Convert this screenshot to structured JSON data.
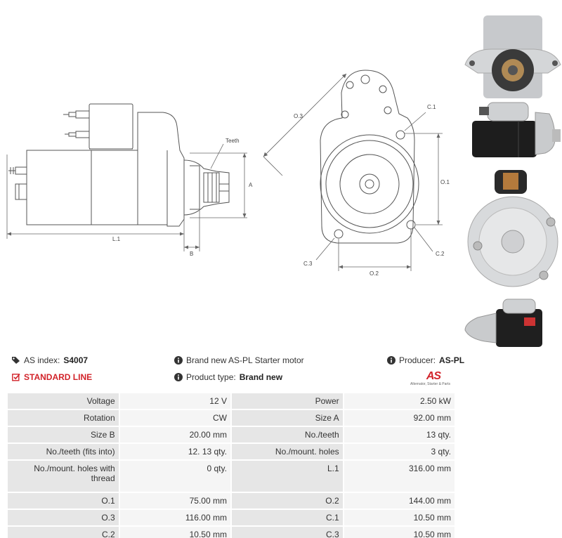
{
  "diagram_left": {
    "label_teeth": "Teeth",
    "label_a": "A",
    "label_l1": "L.1",
    "label_b": "B"
  },
  "diagram_right": {
    "label_o3": "O.3",
    "label_c1": "C.1",
    "label_o1": "O.1",
    "label_c2": "C.2",
    "label_c3": "C.3",
    "label_o2": "O.2"
  },
  "info": {
    "as_index_label": "AS index:",
    "as_index_value": "S4007",
    "description": "Brand new AS-PL Starter motor",
    "producer_label": "Producer:",
    "producer_value": "AS-PL",
    "standard_line": "STANDARD LINE",
    "product_type_label": "Product type:",
    "product_type_value": "Brand new"
  },
  "logo": {
    "mark": "AS",
    "tagline": "Alternator, Starter & Parts"
  },
  "specs": [
    {
      "l1": "Voltage",
      "v1": "12 V",
      "l2": "Power",
      "v2": "2.50 kW"
    },
    {
      "l1": "Rotation",
      "v1": "CW",
      "l2": "Size A",
      "v2": "92.00 mm"
    },
    {
      "l1": "Size B",
      "v1": "20.00 mm",
      "l2": "No./teeth",
      "v2": "13 qty."
    },
    {
      "l1": "No./teeth (fits into)",
      "v1": "12. 13 qty.",
      "l2": "No./mount. holes",
      "v2": "3 qty."
    },
    {
      "l1": "No./mount. holes with thread",
      "v1": "0 qty.",
      "l2": "L.1",
      "v2": "316.00 mm"
    },
    {
      "l1": "O.1",
      "v1": "75.00 mm",
      "l2": "O.2",
      "v2": "144.00 mm"
    },
    {
      "l1": "O.3",
      "v1": "116.00 mm",
      "l2": "C.1",
      "v2": "10.50 mm"
    },
    {
      "l1": "C.2",
      "v1": "10.50 mm",
      "l2": "C.3",
      "v2": "10.50 mm"
    }
  ]
}
